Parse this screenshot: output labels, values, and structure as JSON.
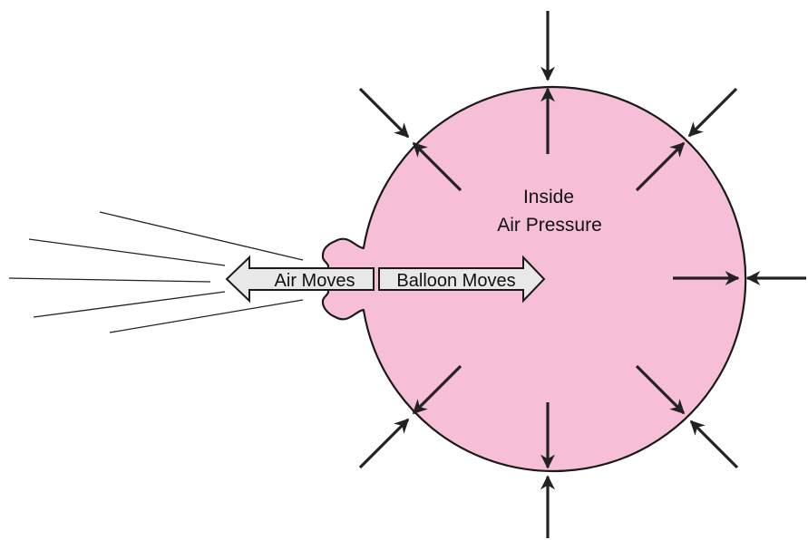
{
  "diagram": {
    "inside_label_line1": "Inside",
    "inside_label_line2": "Air Pressure",
    "left_arrow_label": "Air Moves",
    "right_arrow_label": "Balloon Moves"
  },
  "colors": {
    "balloon_fill": "#f6bfd7",
    "outline": "#1a1a1a",
    "arrow_fill": "#e8e8e8",
    "force_arrow": "#222222"
  }
}
